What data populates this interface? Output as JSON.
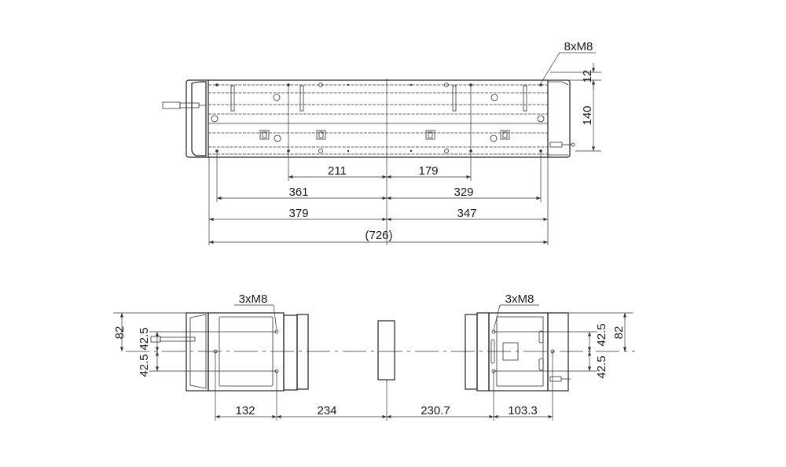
{
  "top_view": {
    "thread_label": "8xM8",
    "dims": {
      "d211": "211",
      "d179": "179",
      "d361": "361",
      "d329": "329",
      "d379": "379",
      "d347": "347",
      "overall": "(726)",
      "offset": "12",
      "height": "140"
    }
  },
  "end_views": {
    "left_thread_label": "3xM8",
    "right_thread_label": "3xM8",
    "left_height": "82",
    "left_upper": "42.5",
    "left_lower": "42.5",
    "right_height": "82",
    "right_upper": "42.5",
    "right_lower": "42.5",
    "d132": "132",
    "d234": "234",
    "d230_7": "230.7",
    "d103_3": "103.3"
  }
}
